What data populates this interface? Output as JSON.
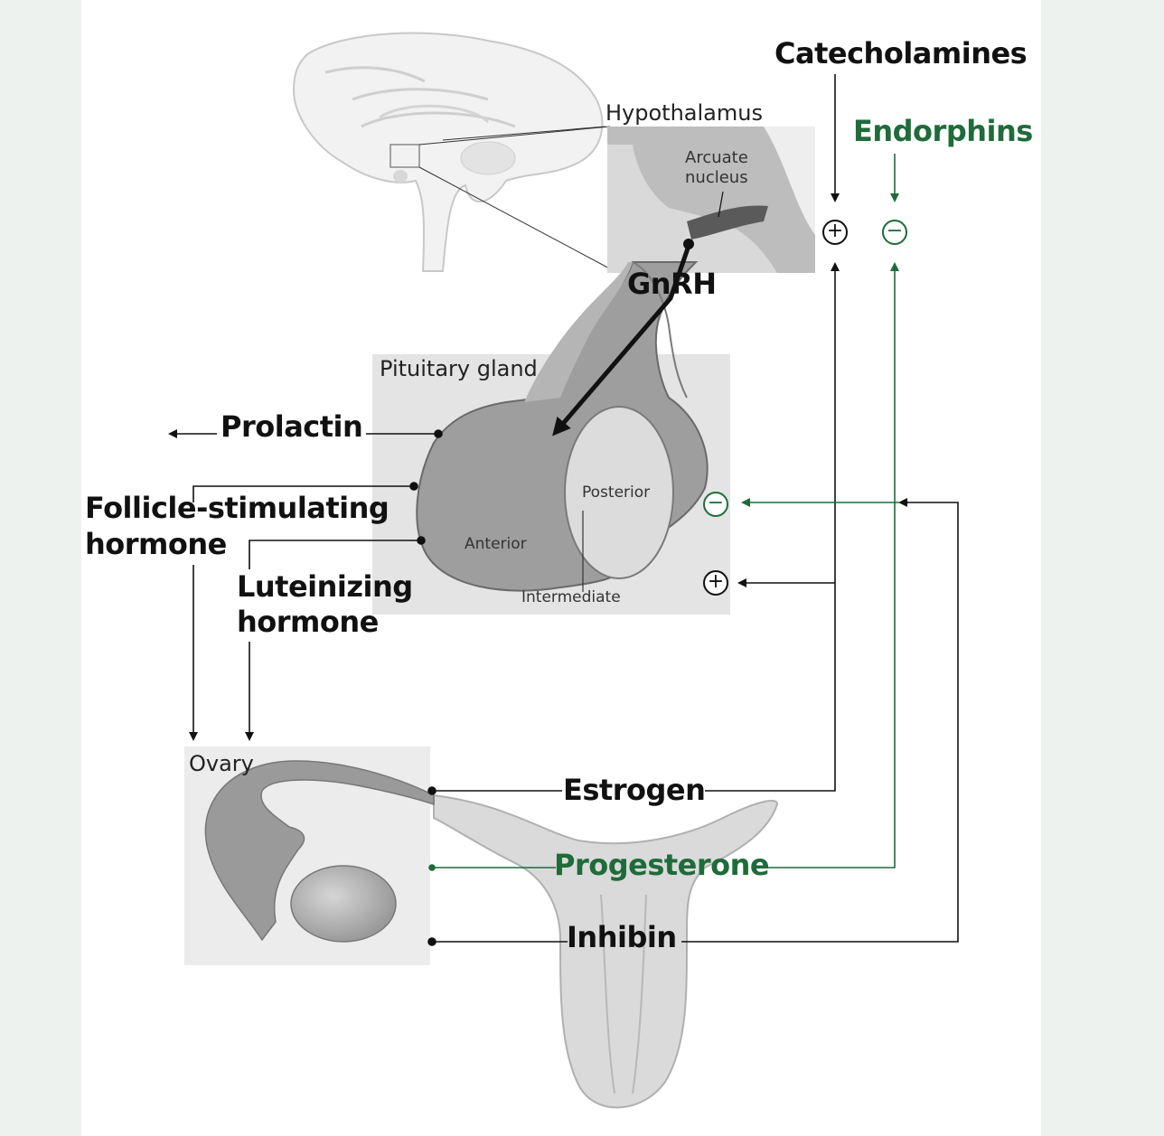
{
  "labels": {
    "catecholamines": "Catecholamines",
    "endorphins": "Endorphins",
    "hypothalamus": "Hypothalamus",
    "arcuate_line1": "Arcuate",
    "arcuate_line2": "nucleus",
    "gnrh": "GnRH",
    "pituitary_gland": "Pituitary gland",
    "prolactin": "Prolactin",
    "fsh_line1": "Follicle-stimulating",
    "fsh_line2": "hormone",
    "lh_line1": "Luteinizing",
    "lh_line2": "hormone",
    "posterior": "Posterior",
    "anterior": "Anterior",
    "intermediate": "Intermediate",
    "ovary": "Ovary",
    "estrogen": "Estrogen",
    "progesterone": "Progesterone",
    "inhibin": "Inhibin"
  },
  "signs": {
    "plus": "+",
    "minus": "−"
  },
  "colors": {
    "positive": "#111111",
    "negative": "#1f6b3a"
  }
}
